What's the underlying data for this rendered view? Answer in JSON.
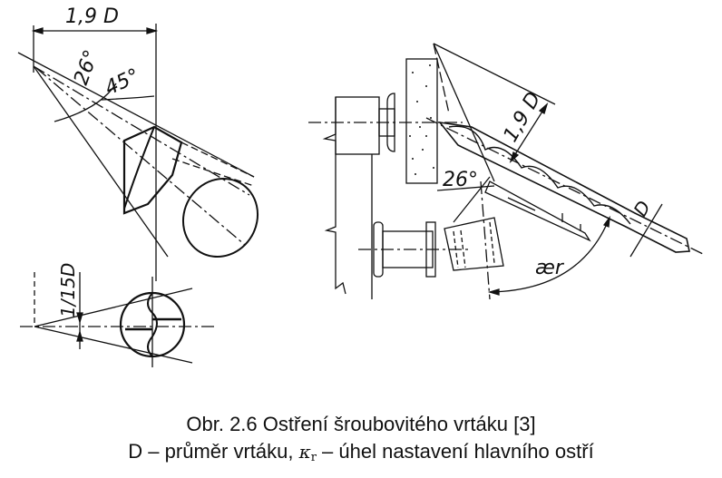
{
  "figure": {
    "left_view": {
      "dim_length": "1,9 D",
      "angle_1": "26°",
      "angle_2": "45°",
      "dim_offset": "1/15D"
    },
    "right_view": {
      "dim_length": "1,9 D",
      "angle": "26°",
      "dim_diameter": "D",
      "angle_symbol": "ær"
    }
  },
  "caption": {
    "line1": "Obr. 2.6 Ostření šroubovitého vrtáku [3]",
    "line2_prefix": "D – průměr vrtáku, ",
    "kappa": "κ",
    "kappa_sub": "r",
    "line2_suffix": " – úhel nastavení hlavního ostří"
  }
}
